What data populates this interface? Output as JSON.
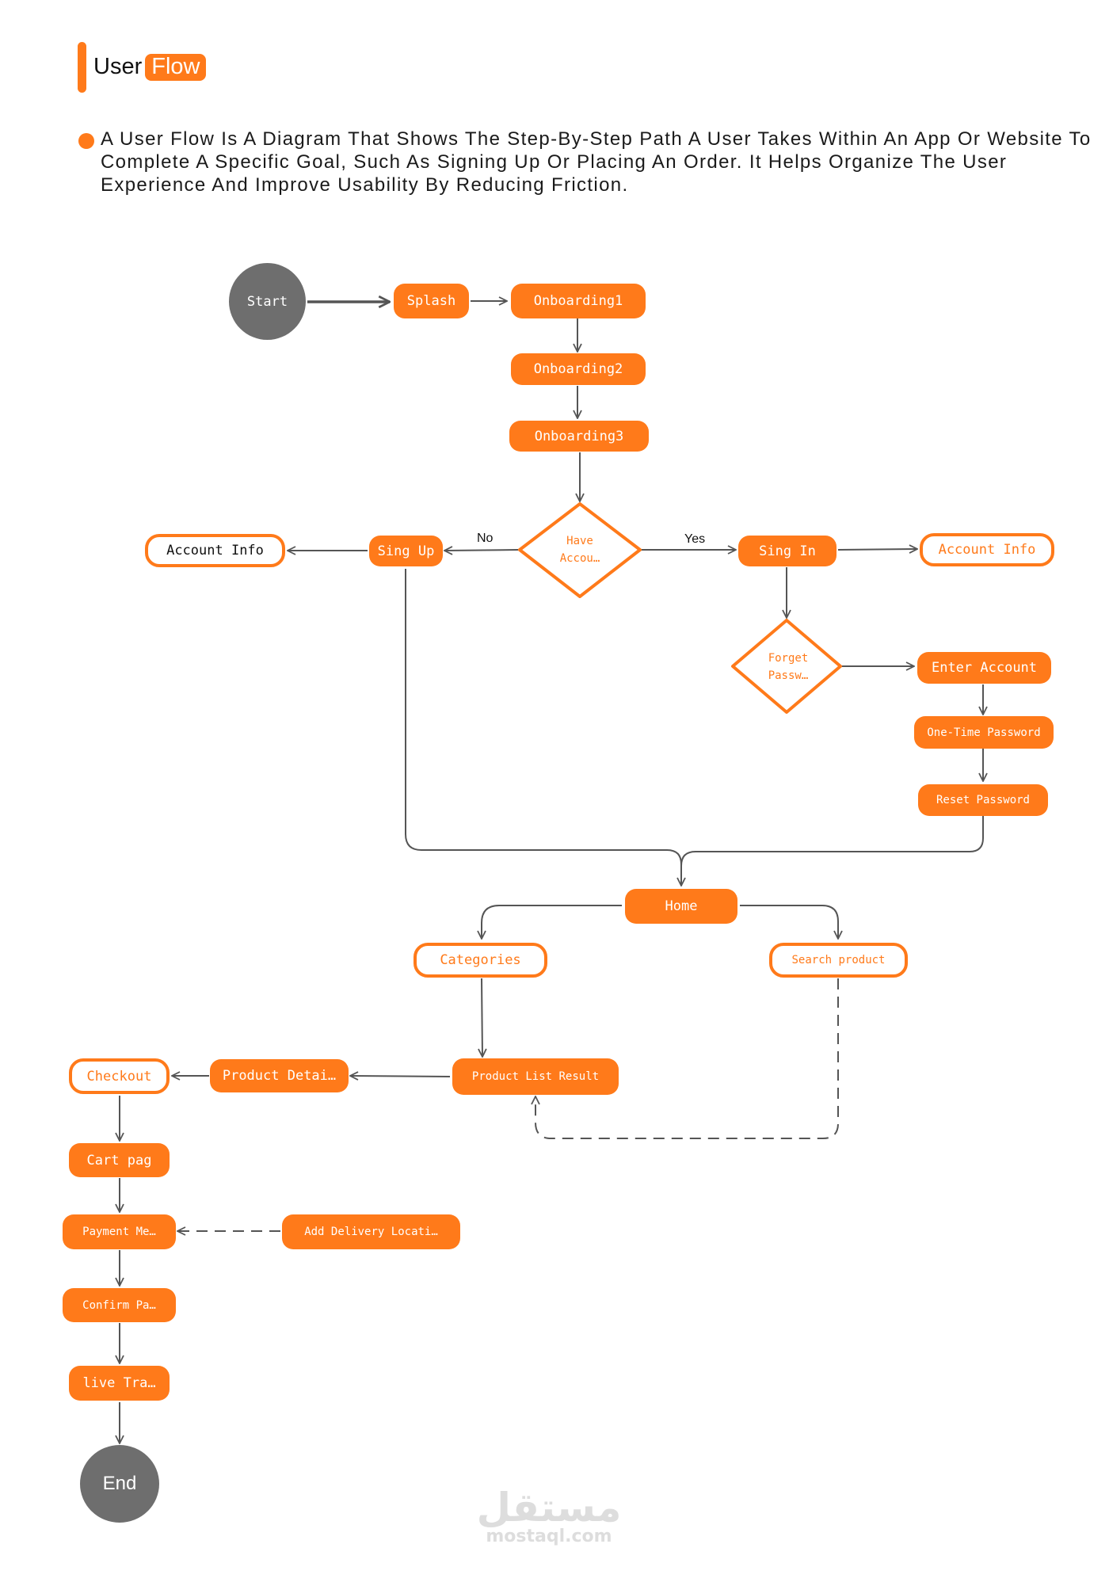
{
  "header": {
    "title_word": "User",
    "title_highlight": "Flow",
    "description": "A User Flow Is A Diagram That Shows The Step-By-Step Path A User Takes Within An App Or Website To Complete A Specific Goal, Such As Signing Up Or Placing An Order. It Helps Organize The User Experience And Improve Usability By Reducing Friction."
  },
  "nodes": {
    "start": "Start",
    "splash": "Splash",
    "onboarding1": "Onboarding1",
    "onboarding2": "Onboarding2",
    "onboarding3": "Onboarding3",
    "have_account": "Have Accou…",
    "sign_up": "Sing Up",
    "sign_in": "Sing In",
    "account_info_left": "Account Info",
    "account_info_right": "Account Info",
    "forget_password": "Forget Passw…",
    "enter_account": "Enter Account",
    "otp": "One-Time Password",
    "reset_password": "Reset Password",
    "home": "Home",
    "categories": "Categories",
    "search_product": "Search product",
    "product_list_result": "Product List Result",
    "product_details": "Product Detai…",
    "checkout": "Checkout",
    "cart_page": "Cart pag",
    "payment_method": "Payment Me…",
    "add_delivery_location": "Add Delivery Locati…",
    "confirm_payment": "Confirm Pa…",
    "live_tracking": "live Tra…",
    "end": "End"
  },
  "edge_labels": {
    "no": "No",
    "yes": "Yes"
  },
  "colors": {
    "accent": "#FF7A1A",
    "circle": "#6E6E6E",
    "connector": "#555555"
  },
  "watermark": {
    "arabic": "مستقل",
    "site": "mostaql.com"
  }
}
